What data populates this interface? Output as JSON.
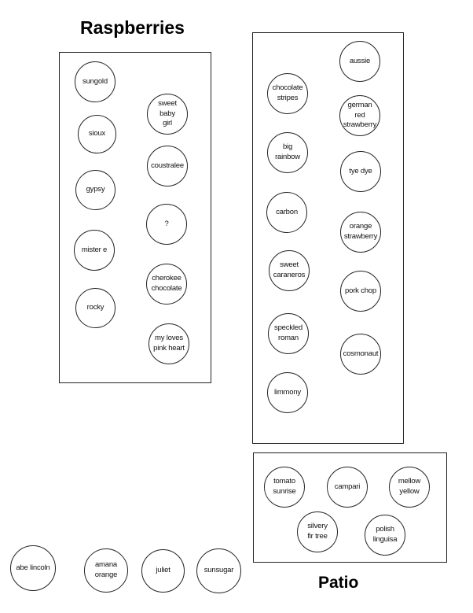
{
  "raspberries": {
    "title": "Raspberries",
    "plants": [
      "sungold",
      "sioux",
      "gypsy",
      "mister e",
      "rocky",
      "sweet baby girl",
      "coustralee",
      "?",
      "cherokee chocolate",
      "my loves pink heart"
    ]
  },
  "main_bed": {
    "plants": [
      "chocolate stripes",
      "big rainbow",
      "carbon",
      "sweet caraneros",
      "speckled roman",
      "limmony",
      "aussie",
      "german red strawberry",
      "tye dye",
      "orange strawberry",
      "pork chop",
      "cosmonaut"
    ]
  },
  "patio": {
    "title": "Patio",
    "plants": [
      "tomato sunrise",
      "campari",
      "mellow yellow",
      "silvery fir tree",
      "polish linguisa"
    ]
  },
  "loose": {
    "plants": [
      "abe lincoln",
      "amana orange",
      "juliet",
      "sunsugar"
    ]
  }
}
